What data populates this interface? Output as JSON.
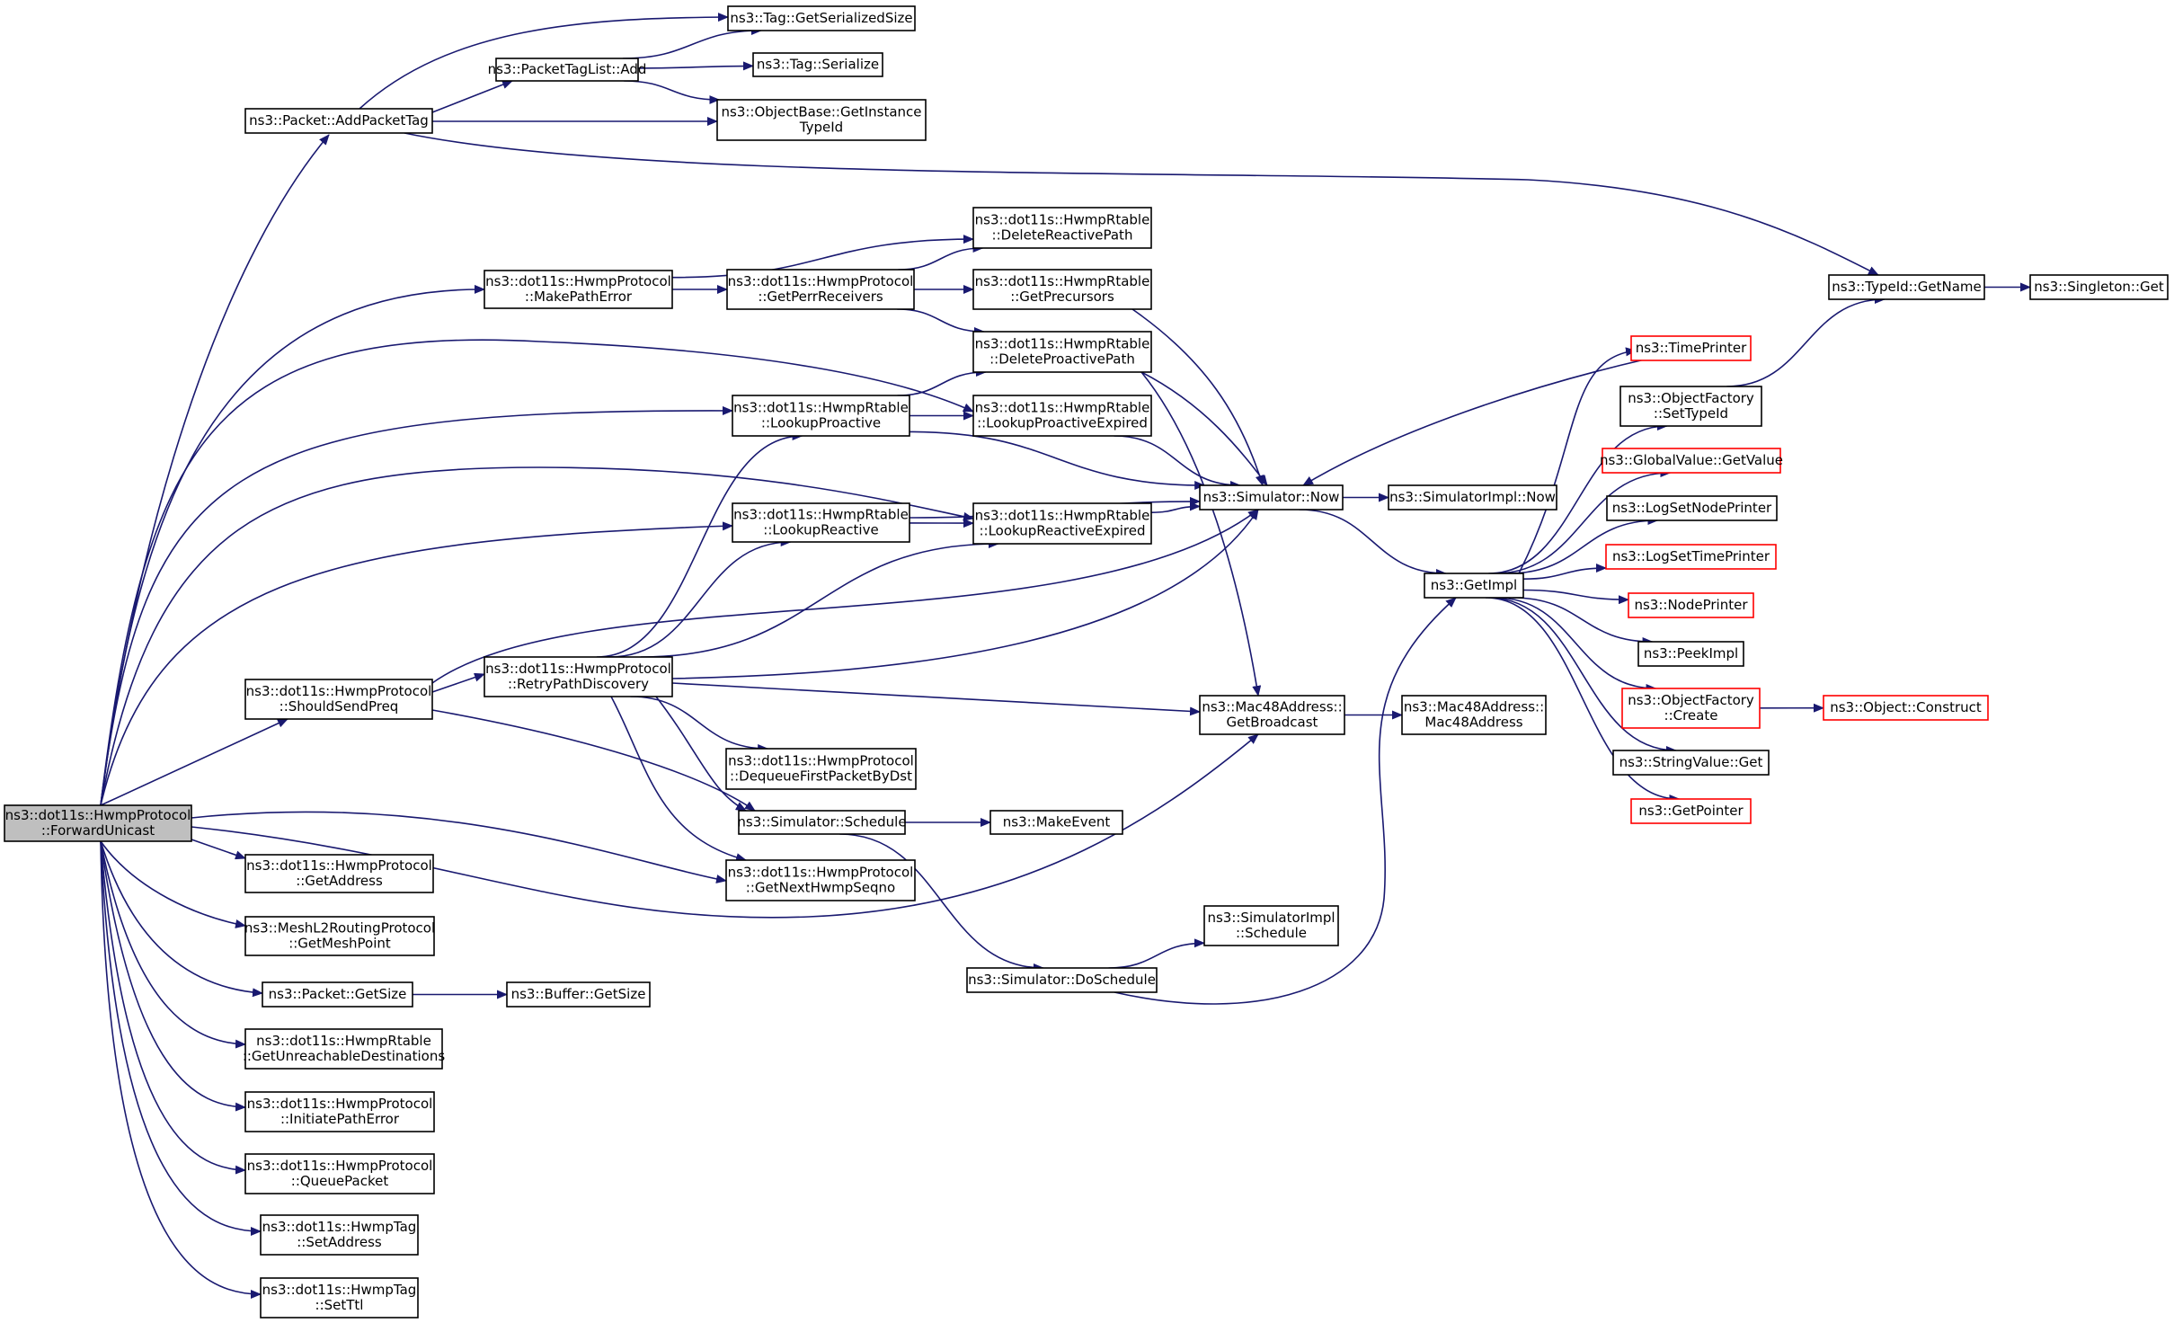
{
  "colors": {
    "edge": "#191970",
    "border_default": "#000000",
    "border_truncated": "#ff0000",
    "root_fill": "#bfbfbf",
    "node_fill": "#ffffff"
  },
  "nodes": [
    {
      "id": "forwardunicast",
      "lines": [
        "ns3::dot11s::HwmpProtocol",
        "::ForwardUnicast"
      ],
      "root": true
    },
    {
      "id": "addpackettag",
      "lines": [
        "ns3::Packet::AddPacketTag"
      ]
    },
    {
      "id": "makepatherror",
      "lines": [
        "ns3::dot11s::HwmpProtocol",
        "::MakePathError"
      ]
    },
    {
      "id": "shouldsendpreq",
      "lines": [
        "ns3::dot11s::HwmpProtocol",
        "::ShouldSendPreq"
      ]
    },
    {
      "id": "getaddress",
      "lines": [
        "ns3::dot11s::HwmpProtocol",
        "::GetAddress"
      ]
    },
    {
      "id": "getmeshpoint",
      "lines": [
        "ns3::MeshL2RoutingProtocol",
        "::GetMeshPoint"
      ]
    },
    {
      "id": "packetgetsize",
      "lines": [
        "ns3::Packet::GetSize"
      ]
    },
    {
      "id": "getunreachable",
      "lines": [
        "ns3::dot11s::HwmpRtable",
        "::GetUnreachableDestinations"
      ]
    },
    {
      "id": "initiatepatherror",
      "lines": [
        "ns3::dot11s::HwmpProtocol",
        "::InitiatePathError"
      ]
    },
    {
      "id": "queuepacket",
      "lines": [
        "ns3::dot11s::HwmpProtocol",
        "::QueuePacket"
      ]
    },
    {
      "id": "setaddress",
      "lines": [
        "ns3::dot11s::HwmpTag",
        "::SetAddress"
      ]
    },
    {
      "id": "setttl",
      "lines": [
        "ns3::dot11s::HwmpTag",
        "::SetTtl"
      ]
    },
    {
      "id": "packettaglistadd",
      "lines": [
        "ns3::PacketTagList::Add"
      ]
    },
    {
      "id": "taggetserializedsize",
      "lines": [
        "ns3::Tag::GetSerializedSize"
      ]
    },
    {
      "id": "tagserialize",
      "lines": [
        "ns3::Tag::Serialize"
      ]
    },
    {
      "id": "getinstancetypeid",
      "lines": [
        "ns3::ObjectBase::GetInstance",
        "TypeId"
      ]
    },
    {
      "id": "getperrreceivers",
      "lines": [
        "ns3::dot11s::HwmpProtocol",
        "::GetPerrReceivers"
      ]
    },
    {
      "id": "lookupproactive",
      "lines": [
        "ns3::dot11s::HwmpRtable",
        "::LookupProactive"
      ]
    },
    {
      "id": "lookupreactive",
      "lines": [
        "ns3::dot11s::HwmpRtable",
        "::LookupReactive"
      ]
    },
    {
      "id": "retrypathdiscovery",
      "lines": [
        "ns3::dot11s::HwmpProtocol",
        "::RetryPathDiscovery"
      ]
    },
    {
      "id": "dequeuefirst",
      "lines": [
        "ns3::dot11s::HwmpProtocol",
        "::DequeueFirstPacketByDst"
      ]
    },
    {
      "id": "simschedule",
      "lines": [
        "ns3::Simulator::Schedule"
      ]
    },
    {
      "id": "getnexthwmpseqno",
      "lines": [
        "ns3::dot11s::HwmpProtocol",
        "::GetNextHwmpSeqno"
      ]
    },
    {
      "id": "buffergetsize",
      "lines": [
        "ns3::Buffer::GetSize"
      ]
    },
    {
      "id": "deletereactivepath",
      "lines": [
        "ns3::dot11s::HwmpRtable",
        "::DeleteReactivePath"
      ]
    },
    {
      "id": "getprecursors",
      "lines": [
        "ns3::dot11s::HwmpRtable",
        "::GetPrecursors"
      ]
    },
    {
      "id": "deleteproactivepath",
      "lines": [
        "ns3::dot11s::HwmpRtable",
        "::DeleteProactivePath"
      ]
    },
    {
      "id": "lookupproactiveexpired",
      "lines": [
        "ns3::dot11s::HwmpRtable",
        "::LookupProactiveExpired"
      ]
    },
    {
      "id": "lookupreactiveexpired",
      "lines": [
        "ns3::dot11s::HwmpRtable",
        "::LookupReactiveExpired"
      ]
    },
    {
      "id": "makeevent",
      "lines": [
        "ns3::MakeEvent"
      ]
    },
    {
      "id": "doschedule",
      "lines": [
        "ns3::Simulator::DoSchedule"
      ]
    },
    {
      "id": "simnow",
      "lines": [
        "ns3::Simulator::Now"
      ]
    },
    {
      "id": "getbroadcast",
      "lines": [
        "ns3::Mac48Address::",
        "GetBroadcast"
      ]
    },
    {
      "id": "simimplschedule",
      "lines": [
        "ns3::SimulatorImpl",
        "::Schedule"
      ]
    },
    {
      "id": "simimplnow",
      "lines": [
        "ns3::SimulatorImpl::Now"
      ]
    },
    {
      "id": "mac48address",
      "lines": [
        "ns3::Mac48Address::",
        "Mac48Address"
      ]
    },
    {
      "id": "getimpl",
      "lines": [
        "ns3::GetImpl"
      ]
    },
    {
      "id": "typeidgetname",
      "lines": [
        "ns3::TypeId::GetName"
      ]
    },
    {
      "id": "singletonget",
      "lines": [
        "ns3::Singleton::Get"
      ]
    },
    {
      "id": "timeprinter",
      "lines": [
        "ns3::TimePrinter"
      ],
      "truncated": true
    },
    {
      "id": "settypeid",
      "lines": [
        "ns3::ObjectFactory",
        "::SetTypeId"
      ]
    },
    {
      "id": "globalvaluegetvalue",
      "lines": [
        "ns3::GlobalValue::GetValue"
      ],
      "truncated": true
    },
    {
      "id": "logsetnodeprinter",
      "lines": [
        "ns3::LogSetNodePrinter"
      ]
    },
    {
      "id": "logsettimeprinter",
      "lines": [
        "ns3::LogSetTimePrinter"
      ],
      "truncated": true
    },
    {
      "id": "nodeprinter",
      "lines": [
        "ns3::NodePrinter"
      ],
      "truncated": true
    },
    {
      "id": "peekimpl",
      "lines": [
        "ns3::PeekImpl"
      ]
    },
    {
      "id": "objectfactorycreate",
      "lines": [
        "ns3::ObjectFactory",
        "::Create"
      ],
      "truncated": true
    },
    {
      "id": "stringvalueget",
      "lines": [
        "ns3::StringValue::Get"
      ]
    },
    {
      "id": "getpointer",
      "lines": [
        "ns3::GetPointer"
      ],
      "truncated": true
    },
    {
      "id": "objectconstruct",
      "lines": [
        "ns3::Object::Construct"
      ],
      "truncated": true
    }
  ],
  "edges": [
    [
      "forwardunicast",
      "addpackettag"
    ],
    [
      "forwardunicast",
      "makepatherror"
    ],
    [
      "forwardunicast",
      "lookupproactiveexpired"
    ],
    [
      "forwardunicast",
      "lookupproactive"
    ],
    [
      "forwardunicast",
      "lookupreactiveexpired"
    ],
    [
      "forwardunicast",
      "lookupreactive"
    ],
    [
      "forwardunicast",
      "shouldsendpreq"
    ],
    [
      "forwardunicast",
      "getnexthwmpseqno"
    ],
    [
      "forwardunicast",
      "getbroadcast"
    ],
    [
      "forwardunicast",
      "getaddress"
    ],
    [
      "forwardunicast",
      "getmeshpoint"
    ],
    [
      "forwardunicast",
      "packetgetsize"
    ],
    [
      "forwardunicast",
      "getunreachable"
    ],
    [
      "forwardunicast",
      "initiatepatherror"
    ],
    [
      "forwardunicast",
      "queuepacket"
    ],
    [
      "forwardunicast",
      "setaddress"
    ],
    [
      "forwardunicast",
      "setttl"
    ],
    [
      "addpackettag",
      "taggetserializedsize"
    ],
    [
      "addpackettag",
      "packettaglistadd"
    ],
    [
      "addpackettag",
      "getinstancetypeid"
    ],
    [
      "addpackettag",
      "typeidgetname"
    ],
    [
      "packettaglistadd",
      "taggetserializedsize"
    ],
    [
      "packettaglistadd",
      "tagserialize"
    ],
    [
      "packettaglistadd",
      "getinstancetypeid"
    ],
    [
      "makepatherror",
      "deletereactivepath"
    ],
    [
      "makepatherror",
      "getperrreceivers"
    ],
    [
      "getperrreceivers",
      "deletereactivepath"
    ],
    [
      "getperrreceivers",
      "getprecursors"
    ],
    [
      "getperrreceivers",
      "deleteproactivepath"
    ],
    [
      "getprecursors",
      "simnow"
    ],
    [
      "deleteproactivepath",
      "simnow"
    ],
    [
      "deleteproactivepath",
      "getbroadcast"
    ],
    [
      "lookupproactive",
      "deleteproactivepath"
    ],
    [
      "lookupproactive",
      "lookupproactiveexpired"
    ],
    [
      "lookupproactive",
      "simnow"
    ],
    [
      "lookupproactiveexpired",
      "simnow"
    ],
    [
      "lookupreactive",
      "lookupreactiveexpired"
    ],
    [
      "lookupreactive",
      "simnow"
    ],
    [
      "lookupreactiveexpired",
      "simnow"
    ],
    [
      "shouldsendpreq",
      "simnow"
    ],
    [
      "shouldsendpreq",
      "retrypathdiscovery"
    ],
    [
      "shouldsendpreq",
      "simschedule"
    ],
    [
      "retrypathdiscovery",
      "lookupproactive"
    ],
    [
      "retrypathdiscovery",
      "lookupreactive"
    ],
    [
      "retrypathdiscovery",
      "lookupreactiveexpired"
    ],
    [
      "retrypathdiscovery",
      "simnow"
    ],
    [
      "retrypathdiscovery",
      "getbroadcast"
    ],
    [
      "retrypathdiscovery",
      "dequeuefirst"
    ],
    [
      "retrypathdiscovery",
      "simschedule"
    ],
    [
      "retrypathdiscovery",
      "getnexthwmpseqno"
    ],
    [
      "simschedule",
      "makeevent"
    ],
    [
      "simschedule",
      "doschedule"
    ],
    [
      "doschedule",
      "simimplschedule"
    ],
    [
      "doschedule",
      "getimpl"
    ],
    [
      "packetgetsize",
      "buffergetsize"
    ],
    [
      "simnow",
      "simimplnow"
    ],
    [
      "simnow",
      "getimpl"
    ],
    [
      "getbroadcast",
      "mac48address"
    ],
    [
      "timeprinter",
      "simnow"
    ],
    [
      "getimpl",
      "timeprinter"
    ],
    [
      "getimpl",
      "settypeid"
    ],
    [
      "getimpl",
      "globalvaluegetvalue"
    ],
    [
      "getimpl",
      "logsetnodeprinter"
    ],
    [
      "getimpl",
      "logsettimeprinter"
    ],
    [
      "getimpl",
      "nodeprinter"
    ],
    [
      "getimpl",
      "peekimpl"
    ],
    [
      "getimpl",
      "objectfactorycreate"
    ],
    [
      "getimpl",
      "stringvalueget"
    ],
    [
      "getimpl",
      "getpointer"
    ],
    [
      "settypeid",
      "typeidgetname"
    ],
    [
      "typeidgetname",
      "singletonget"
    ],
    [
      "objectfactorycreate",
      "objectconstruct"
    ]
  ]
}
